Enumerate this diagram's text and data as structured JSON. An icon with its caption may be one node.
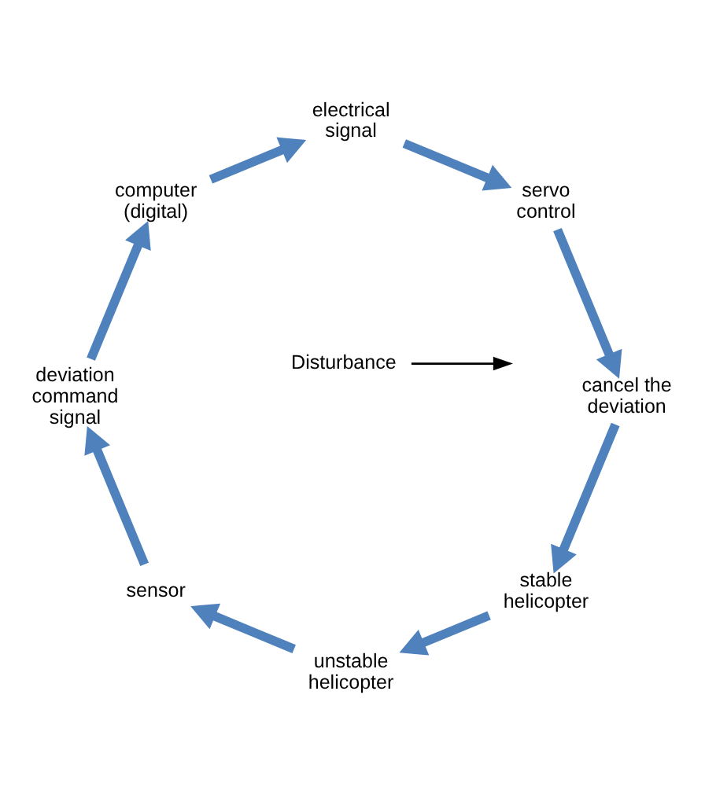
{
  "diagram": {
    "nodes": [
      {
        "text": [
          "Disturbance"
        ]
      },
      {
        "text": [
          "stable helicopter"
        ]
      },
      {
        "text": [
          "unstable helicopter"
        ]
      },
      {
        "text": [
          "sensor"
        ]
      },
      {
        "text": [
          "deviation command signal"
        ]
      },
      {
        "text": [
          "computer (digital)"
        ]
      },
      {
        "text": [
          "electrical signal"
        ]
      },
      {
        "text": [
          "servo control"
        ]
      },
      {
        "text": [
          "cancel the deviation"
        ]
      }
    ],
    "edges": [
      {
        "from": 0,
        "to": null,
        "arrow": "to",
        "color": "#000000"
      },
      {
        "from": 1,
        "to": 2,
        "arrow": "to"
      },
      {
        "from": 2,
        "to": 3,
        "arrow": "to"
      },
      {
        "from": 3,
        "to": 4,
        "arrow": "to"
      },
      {
        "from": 4,
        "to": 5,
        "arrow": "to"
      },
      {
        "from": 5,
        "to": 6,
        "arrow": "to"
      },
      {
        "from": 6,
        "to": 7,
        "arrow": "to"
      },
      {
        "from": 7,
        "to": 8,
        "arrow": "to"
      },
      {
        "from": 8,
        "to": 1,
        "arrow": "to"
      }
    ]
  }
}
